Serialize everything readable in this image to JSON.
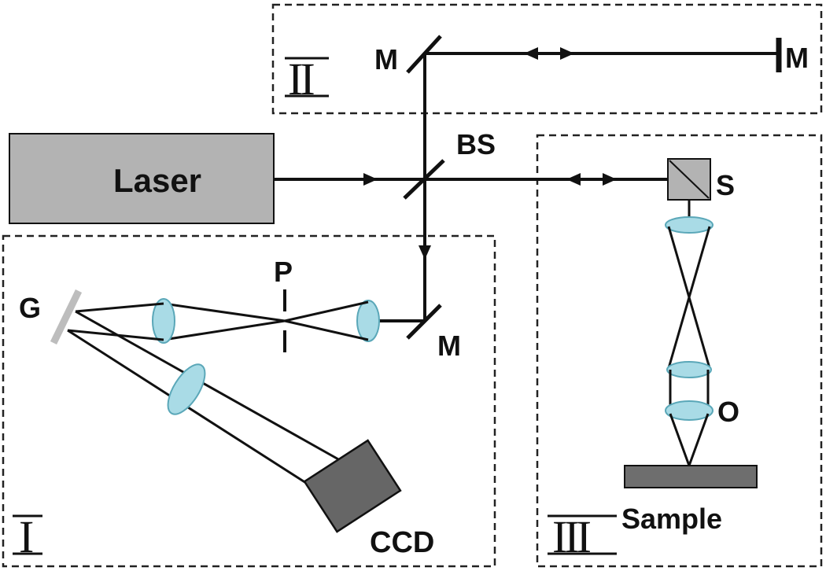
{
  "diagram": {
    "labels": {
      "laser": "Laser",
      "mirror_top": "M",
      "mirror_right": "M",
      "mirror_bottom": "M",
      "beam_splitter": "BS",
      "pinhole": "P",
      "grating": "G",
      "ccd": "CCD",
      "cube": "S",
      "objective": "O",
      "sample": "Sample"
    },
    "regions": {
      "region_1": "I",
      "region_2": "II",
      "region_3": "III"
    },
    "colors": {
      "laser_fill": "#b3b3b3",
      "ccd_fill": "#666666",
      "sample_fill": "#6e6e6e",
      "lens_fill": "#a9dbe6",
      "grating_fill": "#bdbdbd"
    }
  }
}
